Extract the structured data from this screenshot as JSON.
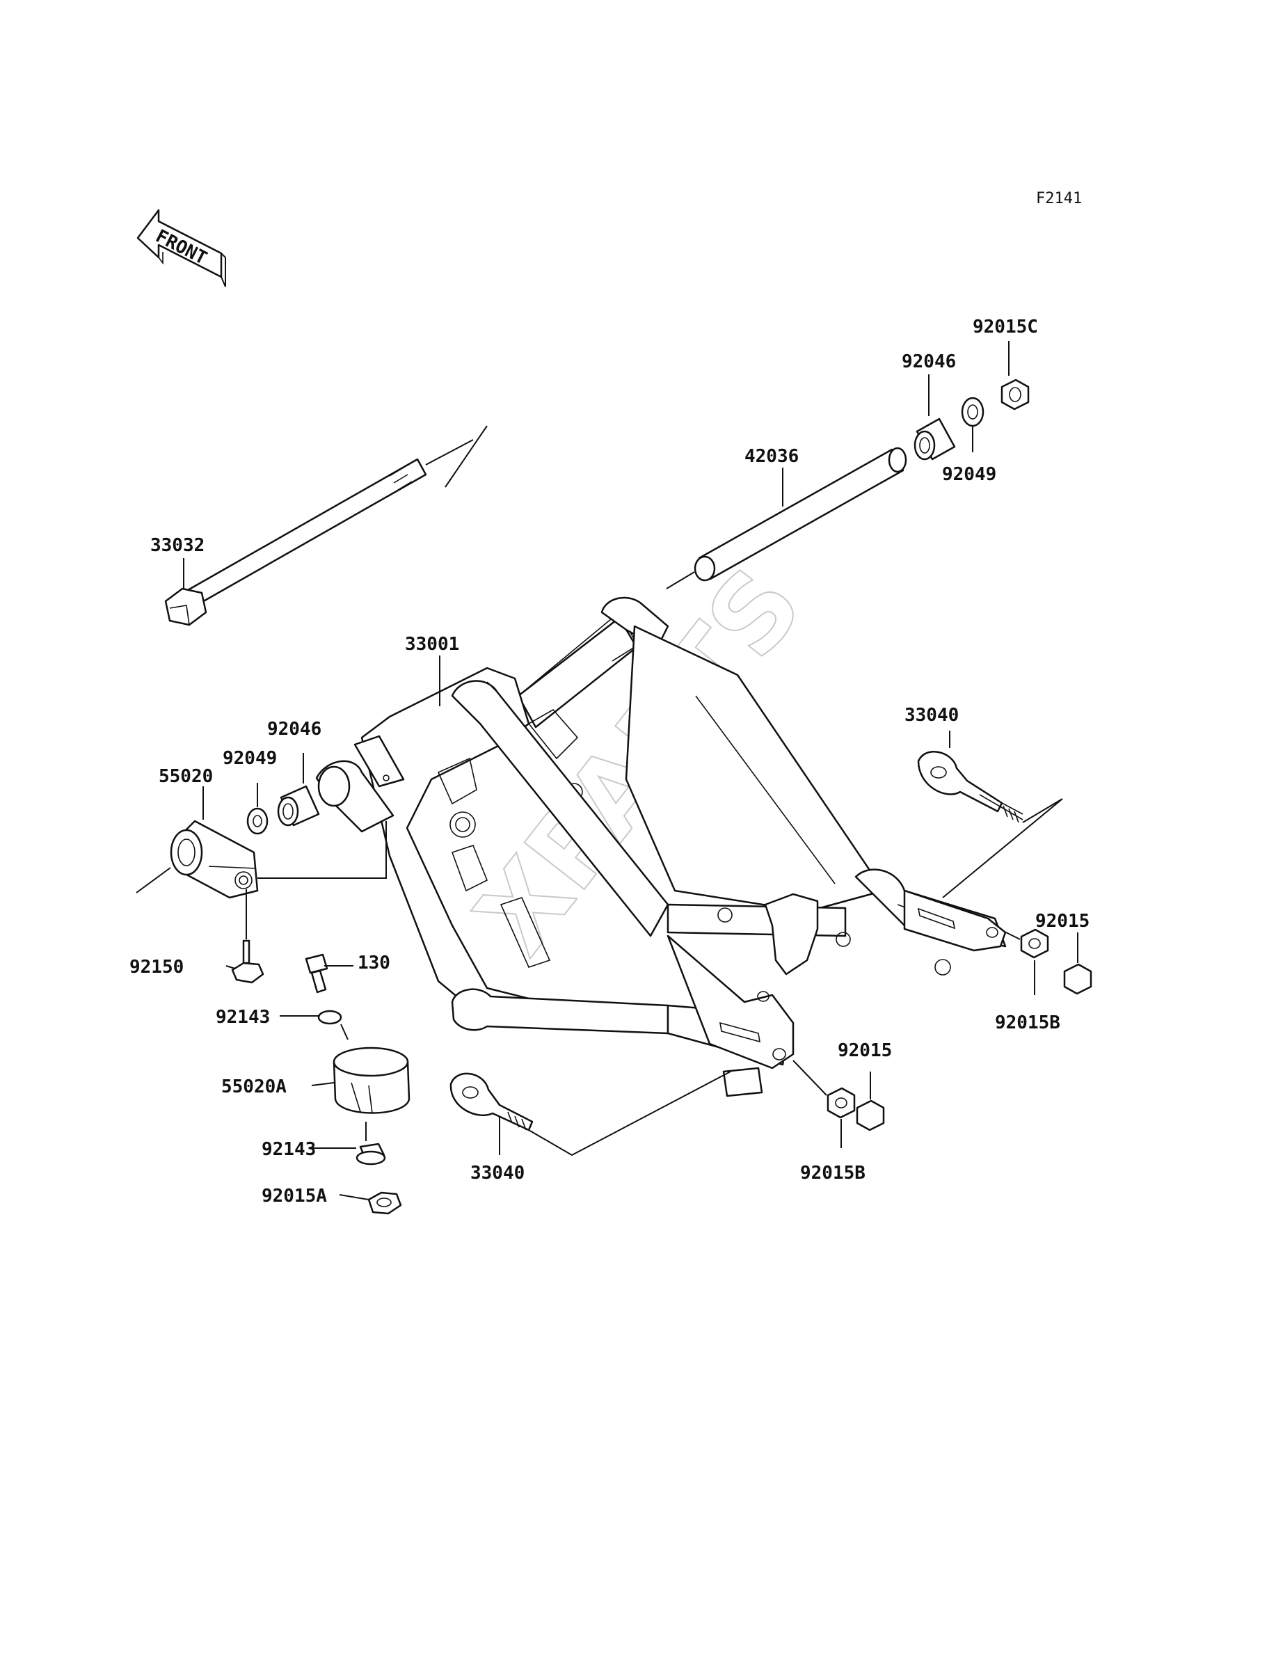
{
  "diagram": {
    "figure_code": "F2141",
    "direction_label": "FRONT",
    "watermark": "XPARTS",
    "labels": {
      "p92015C": "92015C",
      "p92046_top": "92046",
      "p92049_top": "92049",
      "p42036": "42036",
      "p33032": "33032",
      "p33001": "33001",
      "p92046_left": "92046",
      "p92049_left": "92049",
      "p55020": "55020",
      "p33040_right": "33040",
      "p92015_right": "92015",
      "p92015B_right": "92015B",
      "p92150": "92150",
      "p130": "130",
      "p92143_top": "92143",
      "p55020A": "55020A",
      "p92143_bottom": "92143",
      "p92015A": "92015A",
      "p92015_mid": "92015",
      "p92015B_mid": "92015B",
      "p33040_bottom": "33040"
    }
  }
}
